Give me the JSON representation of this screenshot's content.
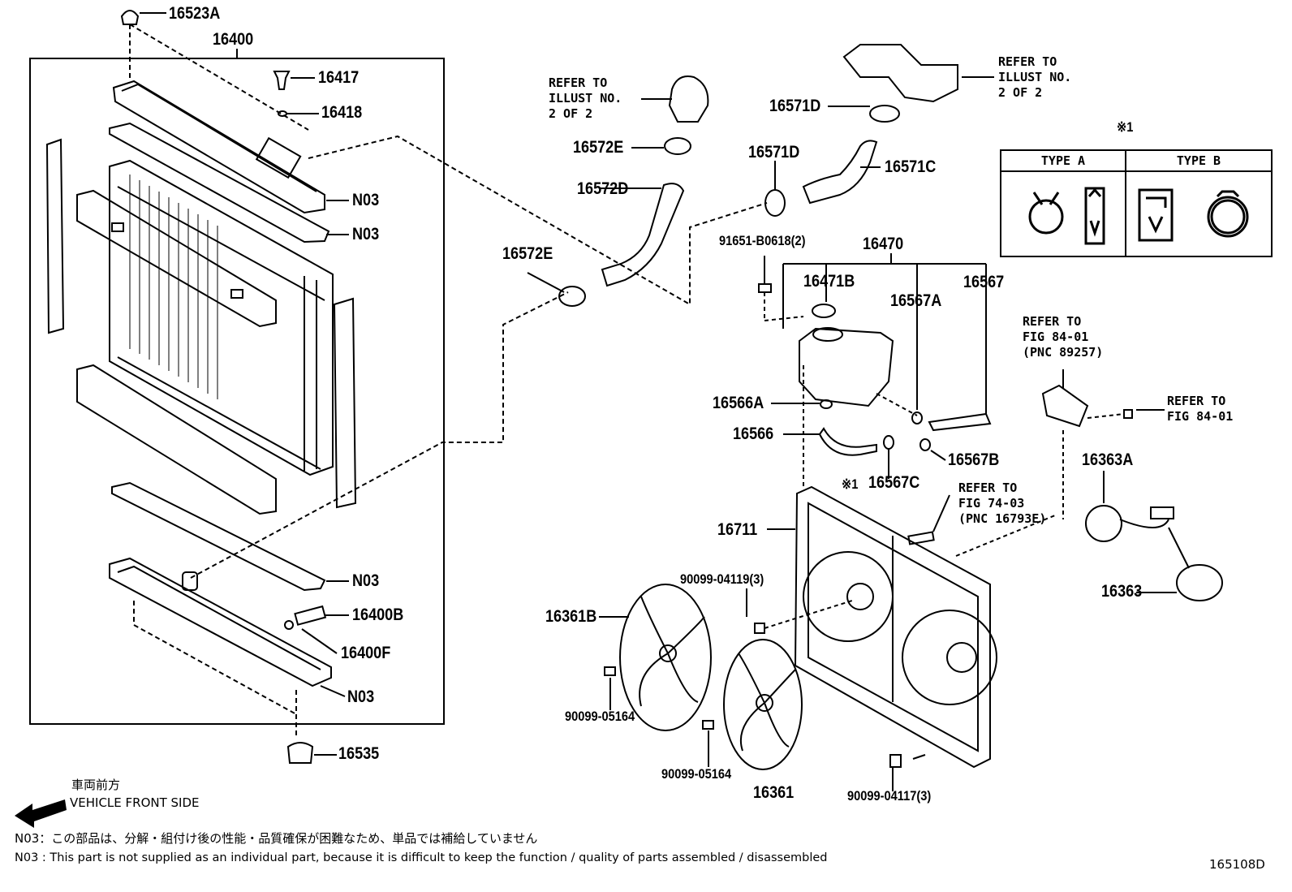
{
  "labels": {
    "p16523A": "16523A",
    "p16400": "16400",
    "p16417": "16417",
    "p16418": "16418",
    "n03_a": "N03",
    "n03_b": "N03",
    "n03_c": "N03",
    "n03_d": "N03",
    "p16400B": "16400B",
    "p16400F": "16400F",
    "p16535": "16535",
    "p16572E_a": "16572E",
    "p16572D": "16572D",
    "p16572E_b": "16572E",
    "p16571D_a": "16571D",
    "p16571D_b": "16571D",
    "p16571C": "16571C",
    "p91651": "91651-B0618(2)",
    "p16470": "16470",
    "p16471B": "16471B",
    "p16567A": "16567A",
    "p16567": "16567",
    "p16566A": "16566A",
    "p16566": "16566",
    "p16567C": "16567C",
    "p16567B": "16567B",
    "mark_ref1": "※1",
    "mark_ref2": "※1",
    "p16711": "16711",
    "p90099_04119": "90099-04119(3)",
    "p16361B": "16361B",
    "p90099_05164_a": "90099-05164",
    "p90099_05164_b": "90099-05164",
    "p16361": "16361",
    "p90099_04117": "90099-04117(3)",
    "p16363A": "16363A",
    "p16363": "16363"
  },
  "refs": {
    "thermostat": "REFER TO\nILLUST NO.\n2 OF 2",
    "water_outlet": "REFER TO\nILLUST NO.\n2 OF 2",
    "fig84_pnc": "REFER TO\nFIG 84-01\n(PNC 89257)",
    "fig84": "REFER TO\nFIG 84-01",
    "fig74": "REFER TO\nFIG 74-03\n(PNC 16793E)"
  },
  "clamp_types": {
    "type_a": "TYPE A",
    "type_b": "TYPE B"
  },
  "footer": {
    "direction_jp": "車両前方",
    "direction_en": "VEHICLE FRONT SIDE",
    "note_jp": "N03：この部品は、分解・組付け後の性能・品質確保が困難なため、単品では補給していません",
    "note_en": "N03 : This part is not supplied as an individual part, because it is difficult to keep the function / quality of parts assembled / disassembled",
    "figure_id": "165108D"
  }
}
